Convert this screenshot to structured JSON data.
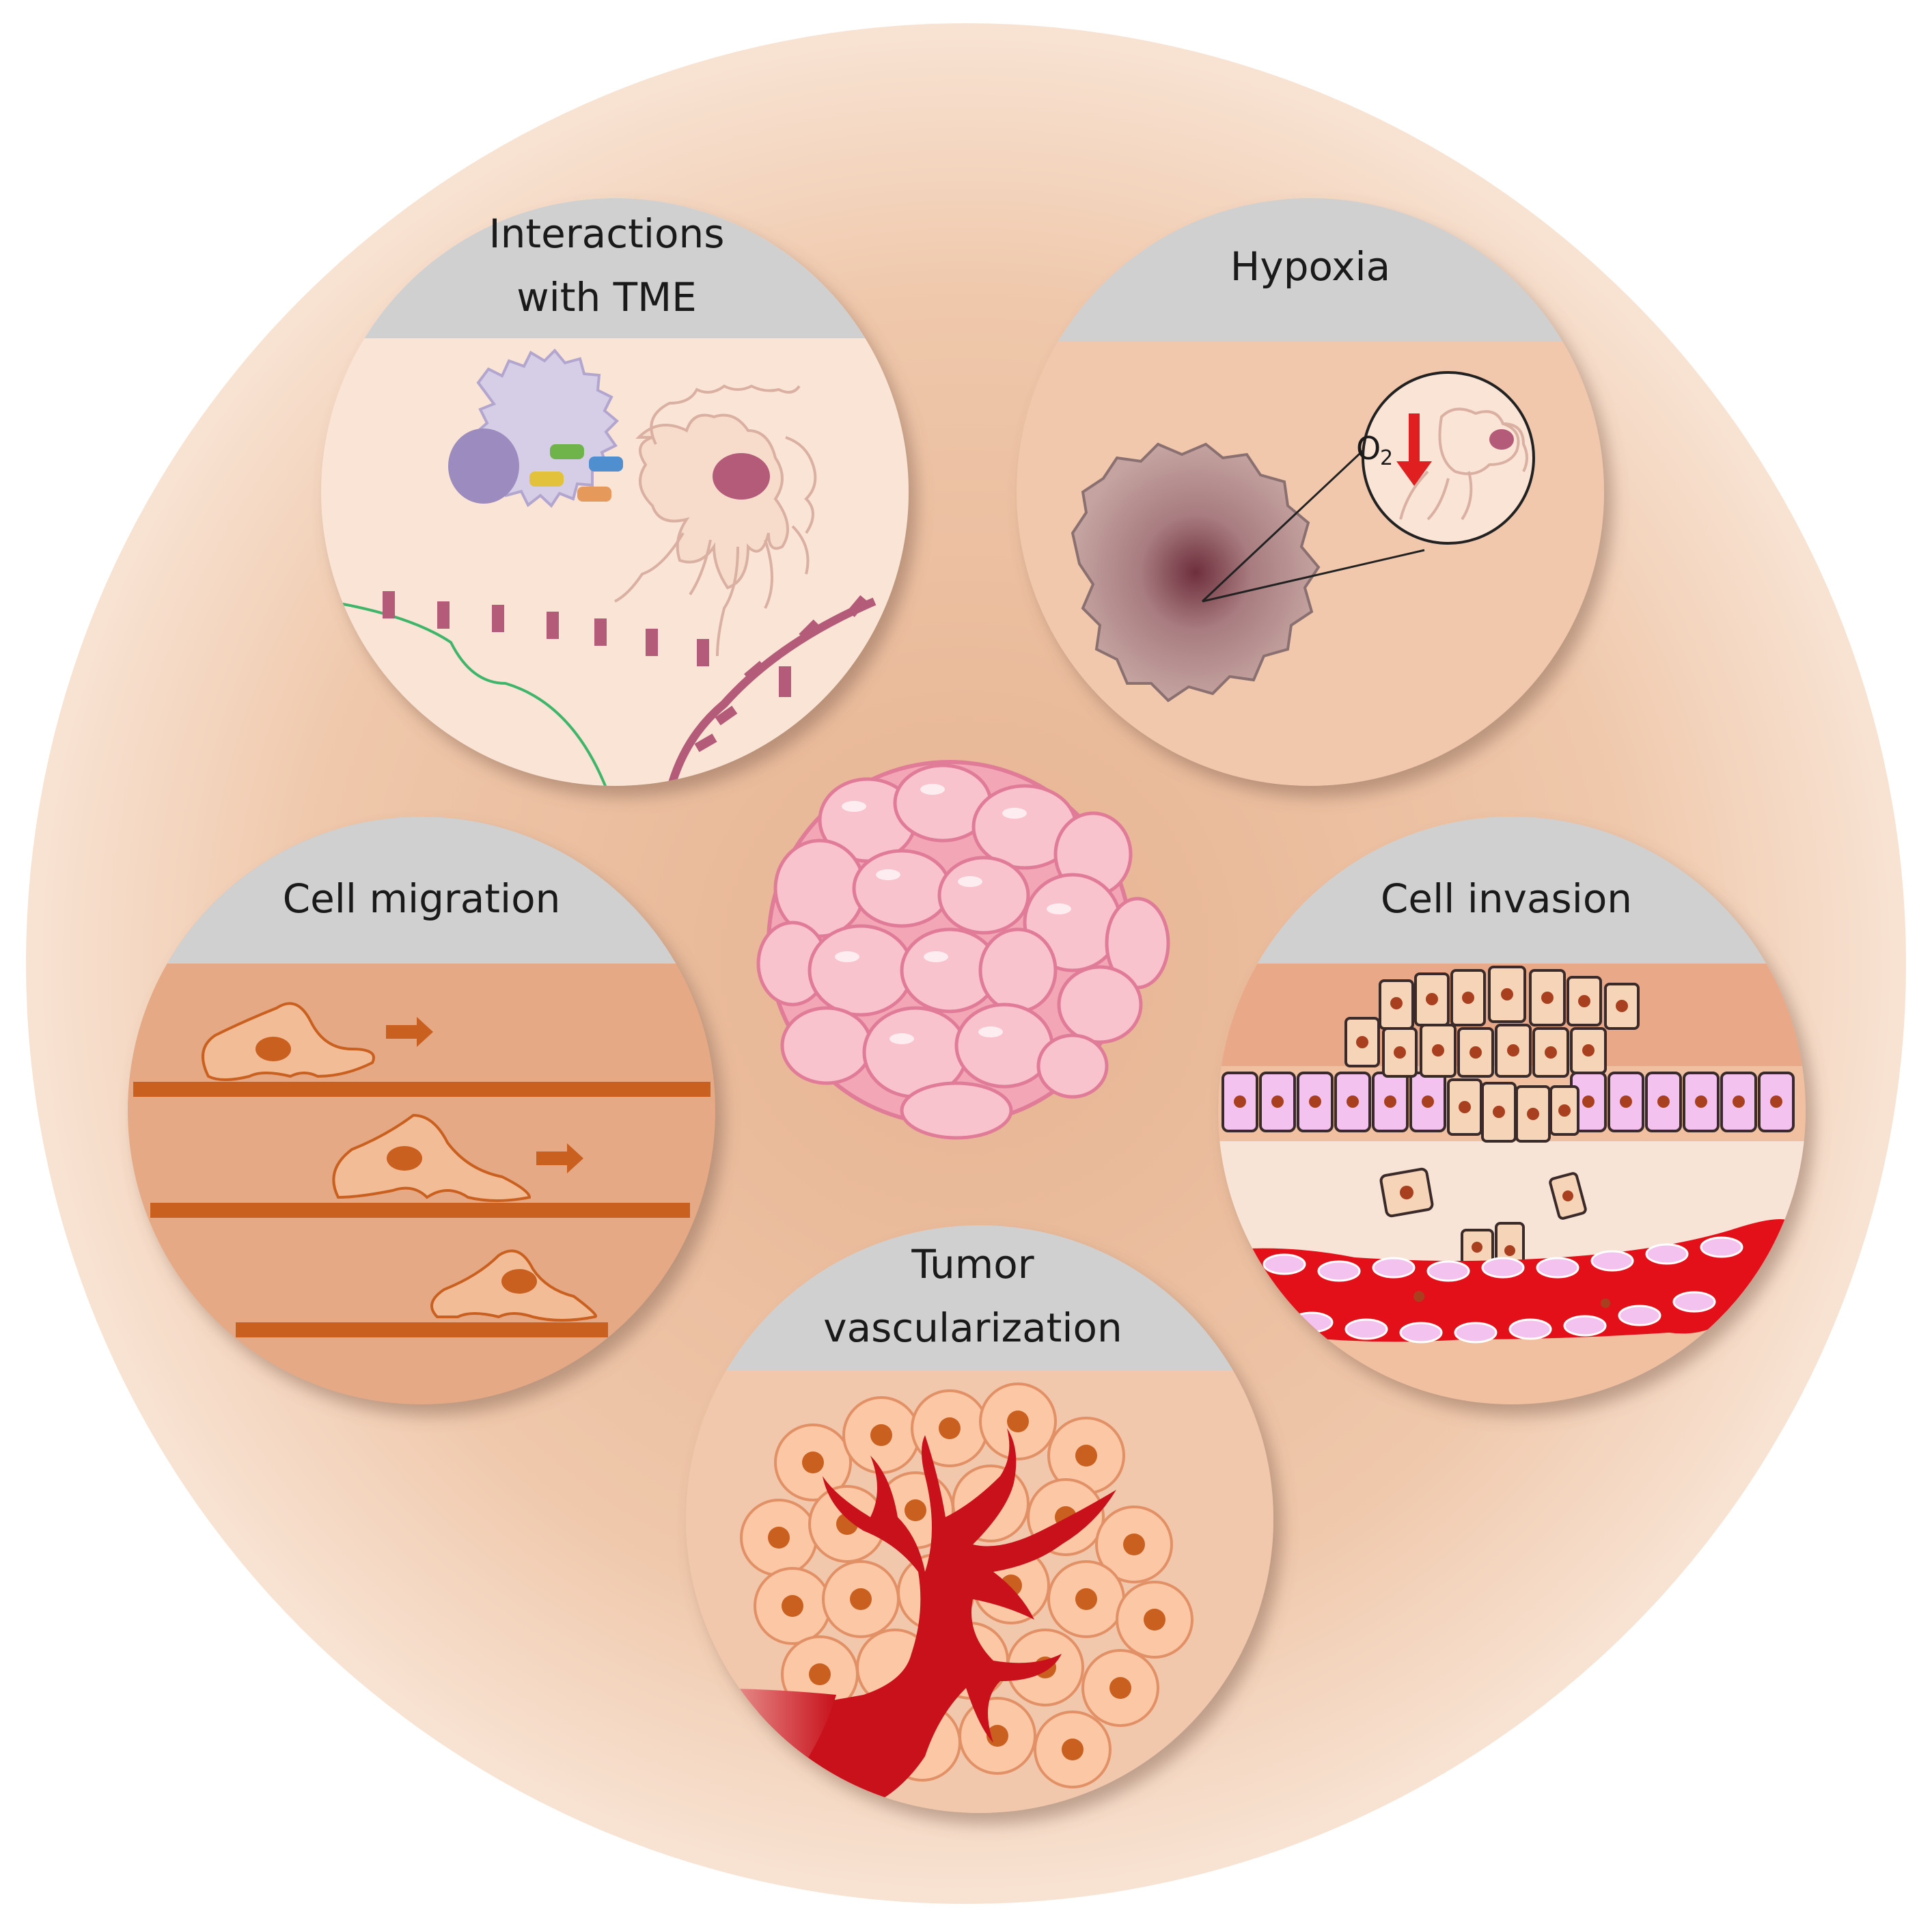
{
  "panels": {
    "tme": {
      "title_line1": "Interactions",
      "title_line2": "with TME"
    },
    "hypoxia": {
      "title": "Hypoxia",
      "o2_label": "O",
      "o2_sub": "2"
    },
    "migration": {
      "title": "Cell migration"
    },
    "invasion": {
      "title": "Cell invasion"
    },
    "vascularization": {
      "title_line1": "Tumor",
      "title_line2": "vascularization"
    }
  },
  "colors": {
    "outer_bg": "#f5d6c0",
    "header_gray": "#d0d0d0",
    "tumor_pink": "#f7b8c4",
    "vessel_red": "#d8141c",
    "cell_orange": "#c9601f",
    "tme_bg": "#f9e4d6"
  }
}
